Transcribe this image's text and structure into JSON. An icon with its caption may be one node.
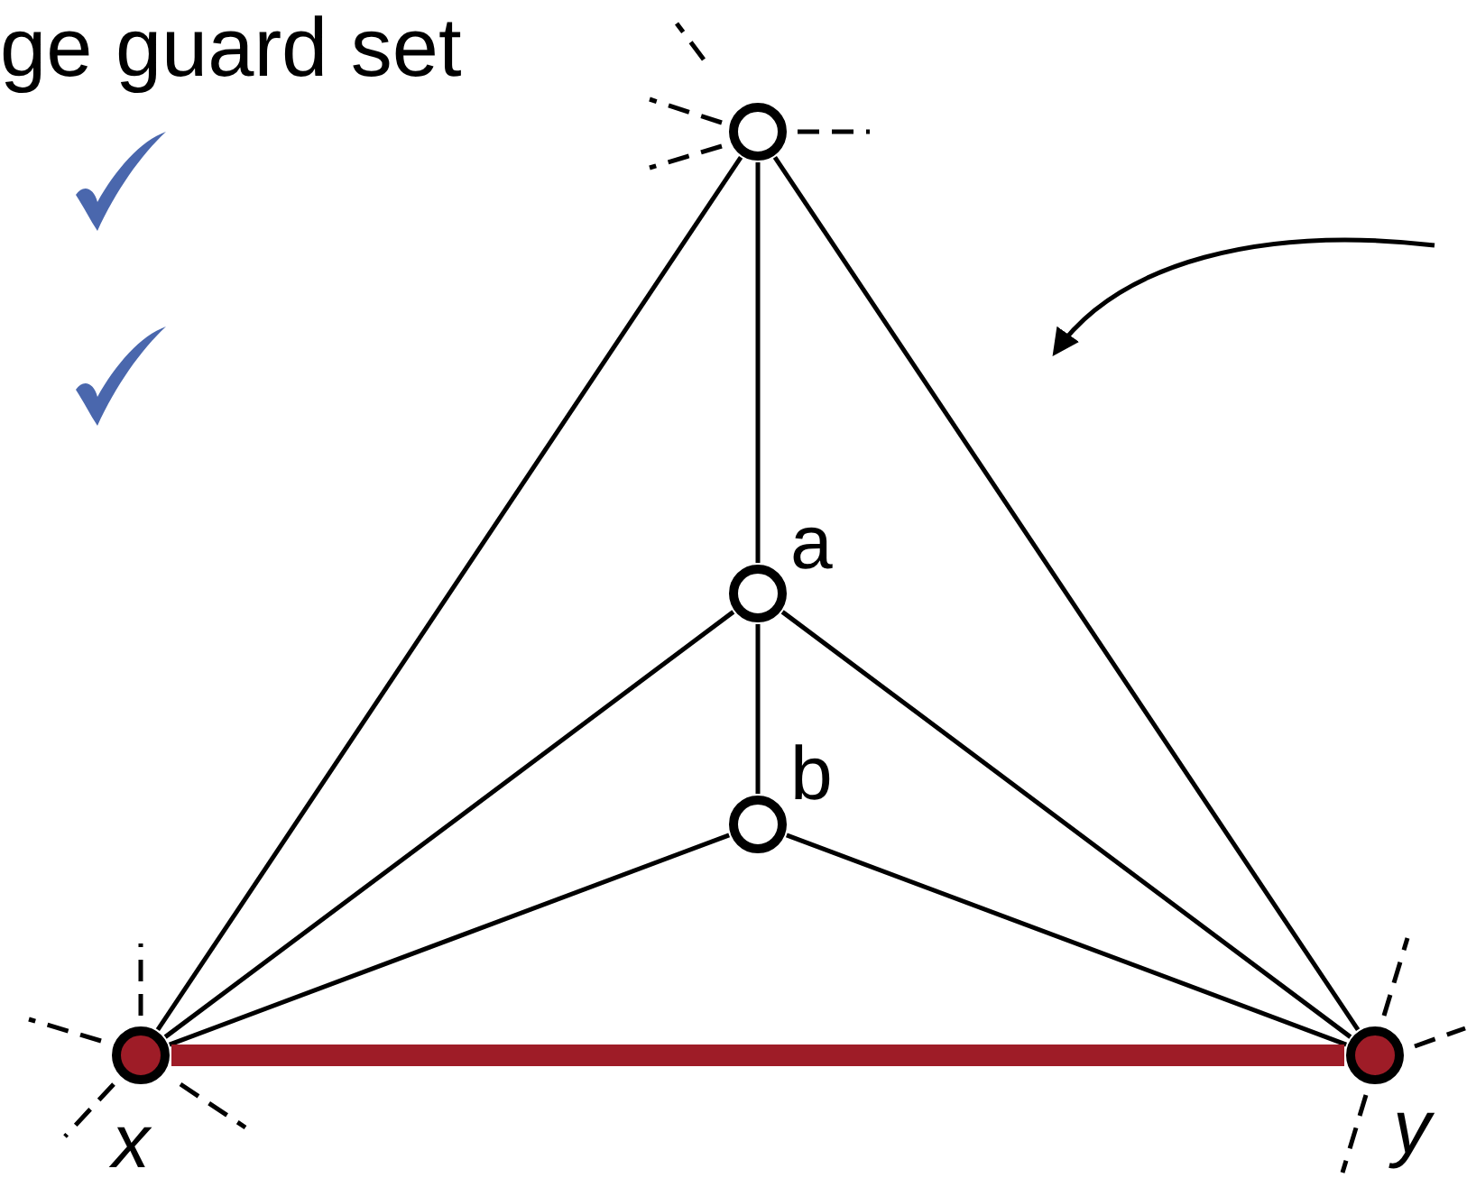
{
  "diagram": {
    "nodes": [
      {
        "text": [],
        "shape": "circle"
      },
      {
        "text": [],
        "shape": "circle",
        "beside": [
          "a"
        ]
      },
      {
        "text": [],
        "shape": "circle",
        "beside": [
          "b"
        ]
      },
      {
        "text": [],
        "shape": "circle",
        "beside": [
          "x"
        ]
      },
      {
        "text": [],
        "shape": "circle",
        "beside": [
          "y"
        ]
      }
    ],
    "edges": [
      {
        "from": 0,
        "to": 3,
        "arrow": "none"
      },
      {
        "from": 0,
        "to": 1,
        "arrow": "none"
      },
      {
        "from": 0,
        "to": 4,
        "arrow": "none"
      },
      {
        "from": 1,
        "to": 2,
        "arrow": "none"
      },
      {
        "from": 1,
        "to": 3,
        "arrow": "none"
      },
      {
        "from": 1,
        "to": 4,
        "arrow": "none"
      },
      {
        "from": 2,
        "to": 3,
        "arrow": "none"
      },
      {
        "from": 2,
        "to": 4,
        "arrow": "none"
      },
      {
        "from": 3,
        "to": 4,
        "arrow": "none",
        "style": "thick",
        "color": "#9e1c27"
      }
    ],
    "labels": [
      "ge guard set"
    ]
  }
}
